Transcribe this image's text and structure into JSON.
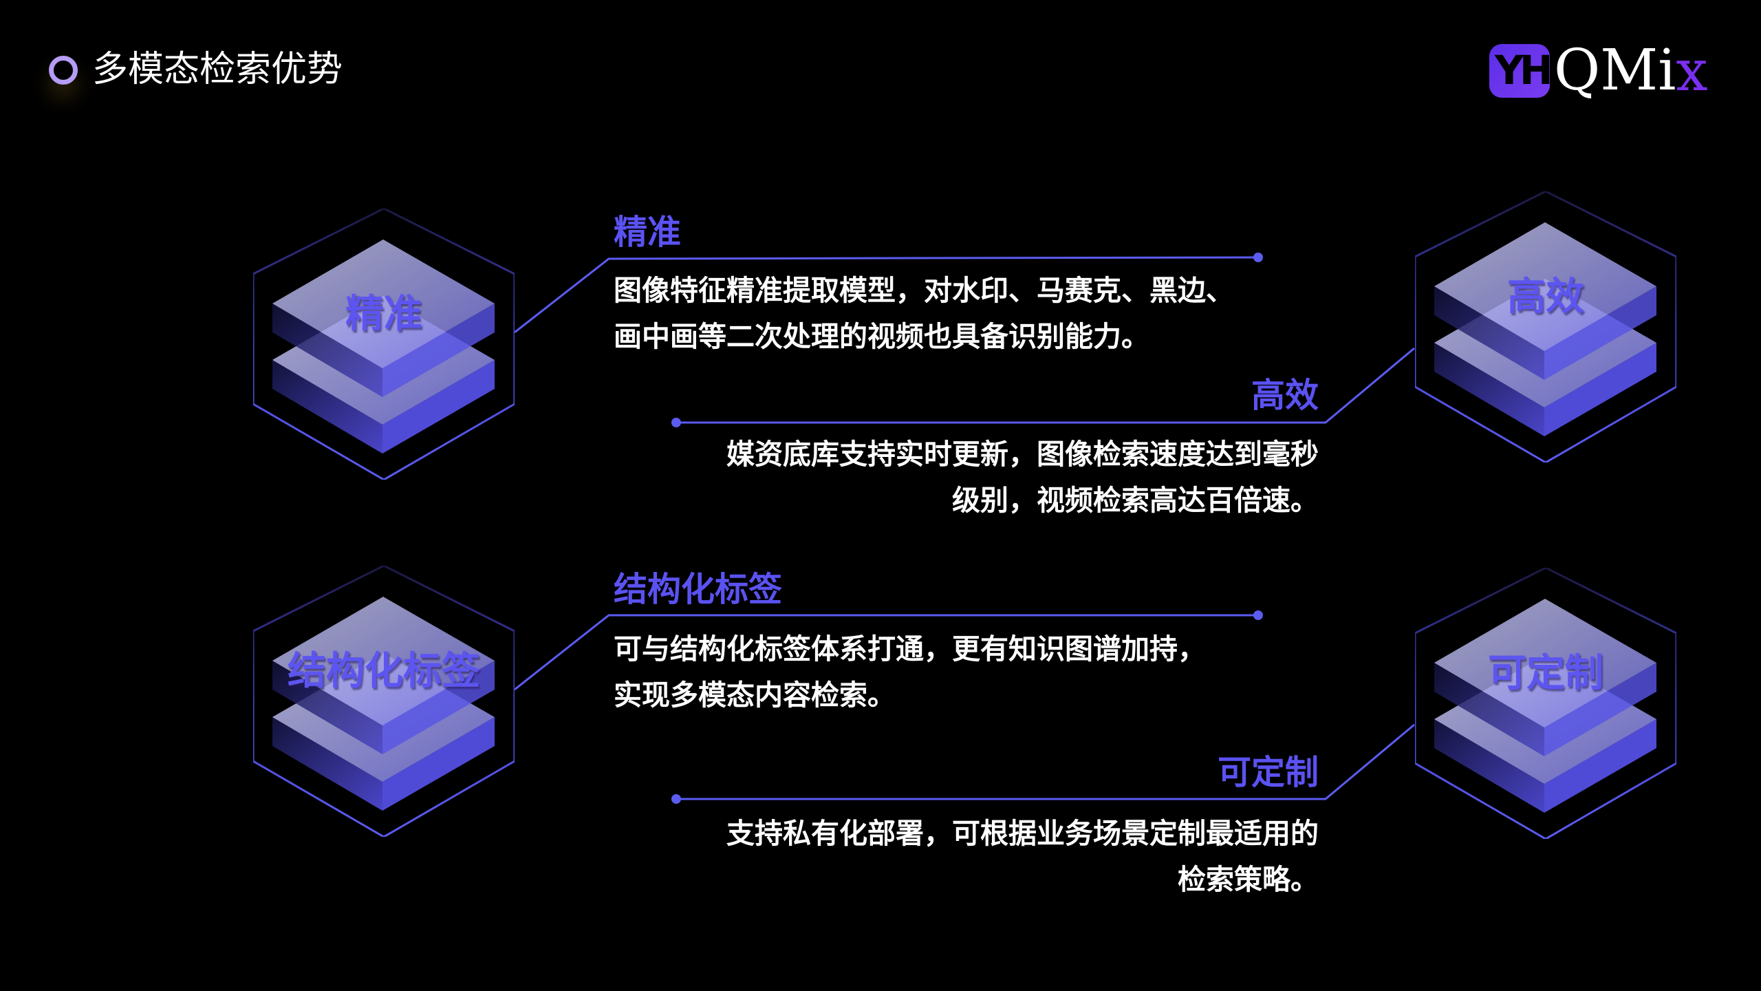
{
  "header": {
    "title": "多模态检索优势",
    "logo": "QMix"
  },
  "colors": {
    "accent": "#5b5cf0",
    "heading": "#5b52f2",
    "background": "#000000"
  },
  "features": [
    {
      "name": "精准",
      "heading": "精准",
      "lines": [
        "图像特征精准提取模型，对水印、马赛克、黑边、",
        "画中画等二次处理的视频也具备识别能力。"
      ]
    },
    {
      "name": "高效",
      "heading": "高效",
      "lines": [
        "媒资底库支持实时更新，图像检索速度达到毫秒",
        "级别，视频检索高达百倍速。"
      ]
    },
    {
      "name": "结构化标签",
      "heading": "结构化标签",
      "lines": [
        "可与结构化标签体系打通，更有知识图谱加持，",
        "实现多模态内容检索。"
      ]
    },
    {
      "name": "可定制",
      "heading": "可定制",
      "lines": [
        "支持私有化部署，可根据业务场景定制最适用的",
        "检索策略。"
      ]
    }
  ]
}
